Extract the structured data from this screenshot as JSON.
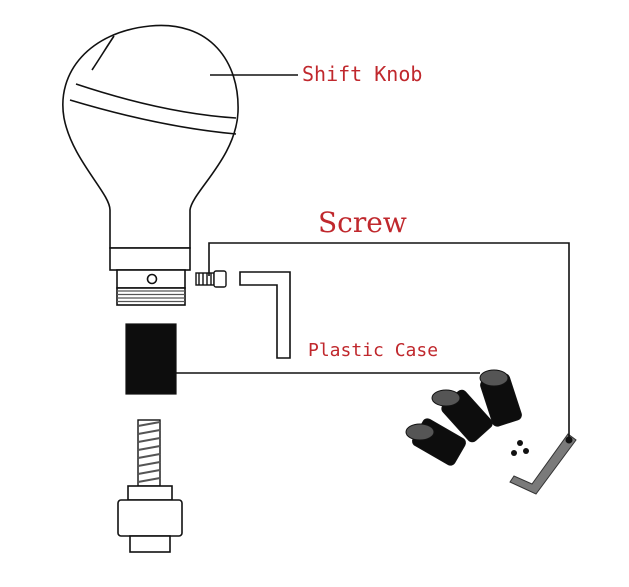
{
  "labels": {
    "shift_knob": "Shift Knob",
    "screw": "Screw",
    "plastic_case": "Plastic Case"
  },
  "colors": {
    "label_text": "#c0282d",
    "line": "#111111",
    "part_fill_dark": "#0d0d0d",
    "part_fill_grey": "#7a7a7a"
  }
}
